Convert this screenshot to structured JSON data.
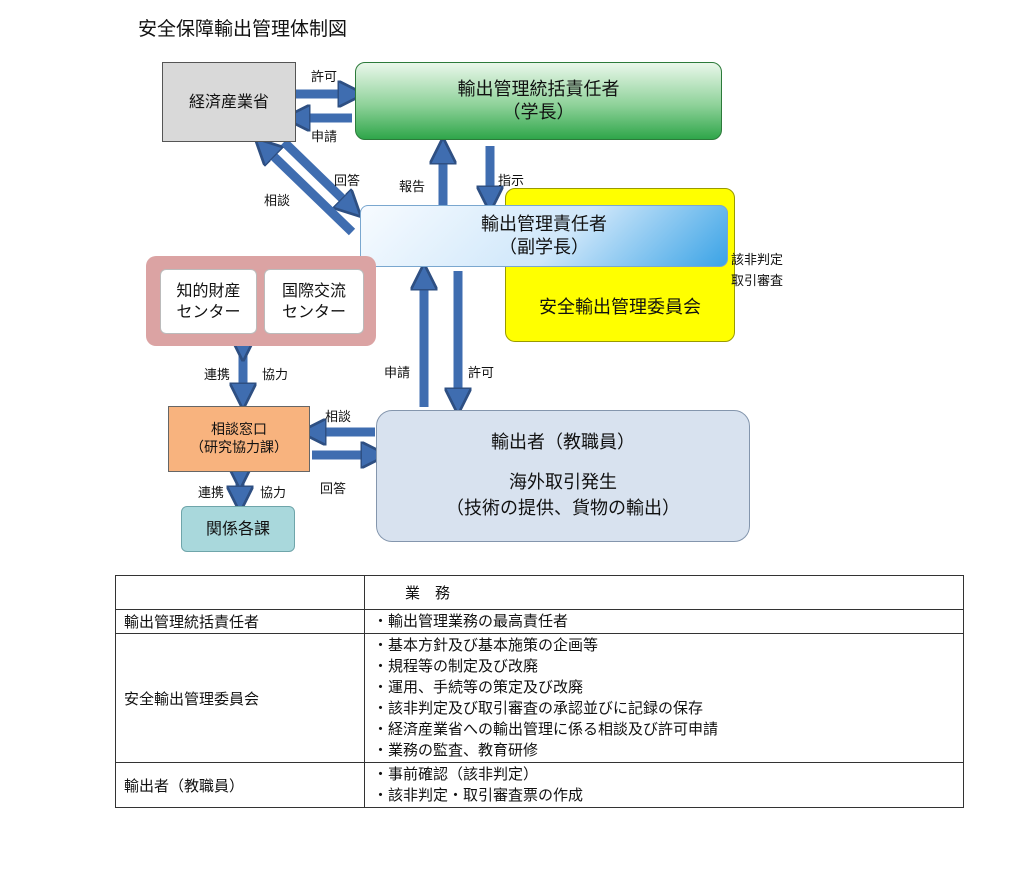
{
  "title": "安全保障輸出管理体制図",
  "nodes": {
    "meti": "経済産業省",
    "chief": {
      "line1": "輸出管理統括責任者",
      "line2": "（学長）"
    },
    "manager": {
      "line1": "輸出管理責任者",
      "line2": "（副学長）"
    },
    "committee": "安全輸出管理委員会",
    "committee_note": {
      "line1": "該非判定",
      "line2": "取引審査"
    },
    "ip_center": {
      "line1": "知的財産",
      "line2": "センター"
    },
    "intl_center": {
      "line1": "国際交流",
      "line2": "センター"
    },
    "consult": {
      "line1": "相談窓口",
      "line2": "（研究協力課）"
    },
    "related": "関係各課",
    "exporter": {
      "line1": "輸出者（教職員）",
      "line2": "海外取引発生",
      "line3": "（技術の提供、貨物の輸出）"
    }
  },
  "labels": {
    "permit_top": "許可",
    "apply_top": "申請",
    "answer": "回答",
    "consult_diag": "相談",
    "report": "報告",
    "instruct": "指示",
    "apply_mid": "申請",
    "permit_mid": "許可",
    "cooperate_a": "連携",
    "assist_a": "協力",
    "consult_low": "相談",
    "answer_low": "回答",
    "cooperate_b": "連携",
    "assist_b": "協力"
  },
  "table": {
    "header": [
      "",
      "業　務"
    ],
    "rows": [
      {
        "role": "輸出管理統括責任者",
        "duties": [
          "・輸出管理業務の最高責任者"
        ]
      },
      {
        "role": "安全輸出管理委員会",
        "duties": [
          "・基本方針及び基本施策の企画等",
          "・規程等の制定及び改廃",
          "・運用、手続等の策定及び改廃",
          "・該非判定及び取引審査の承認並びに記録の保存",
          "・経済産業省への輸出管理に係る相談及び許可申請",
          "・業務の監査、教育研修"
        ]
      },
      {
        "role": "輸出者（教職員）",
        "duties": [
          "・事前確認（該非判定）",
          "・該非判定・取引審査票の作成"
        ]
      }
    ]
  },
  "colors": {
    "arrow": "#3f6db0",
    "meti": "#d9d9d9",
    "chief_from": "#e9f7ea",
    "chief_to": "#2fa64a",
    "manager_from": "#f4f9fe",
    "manager_to": "#3aa3e6",
    "committee": "#ffff00",
    "center_group": "#d9a2a2",
    "consult": "#f8b37e",
    "related": "#a9d8dc",
    "exporter": "#d8e2ef"
  }
}
